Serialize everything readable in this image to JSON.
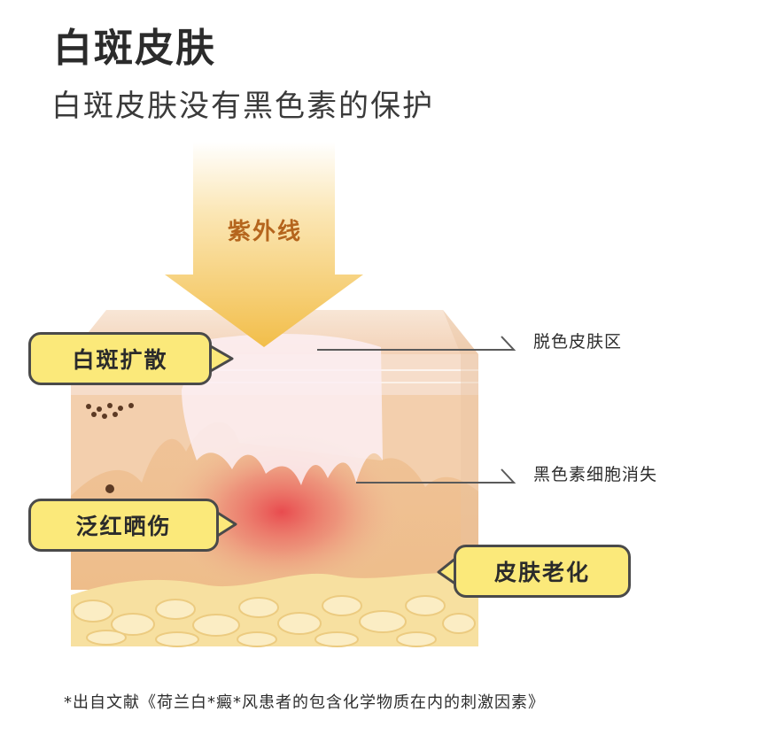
{
  "header": {
    "title": "白斑皮肤",
    "subtitle": "白斑皮肤没有黑色素的保护"
  },
  "diagram": {
    "uv_label": "紫外线",
    "callouts": {
      "depigmented": "脱色皮肤区",
      "melanocyte_loss": "黑色素细胞消失"
    },
    "bubbles": {
      "spread": "白斑扩散",
      "sunburn": "泛红晒伤",
      "aging": "皮肤老化"
    }
  },
  "footnote": "*出自文献《荷兰白*癜*风患者的包含化学物质在内的刺激因素》",
  "colors": {
    "bubble_fill": "#fbe97a",
    "arrow": "#f2c14a",
    "skin_surface": "#f7dcc4",
    "dermis": "#f0c59a",
    "inflammation": "#e8454b",
    "fat": "#f7e2a6"
  }
}
